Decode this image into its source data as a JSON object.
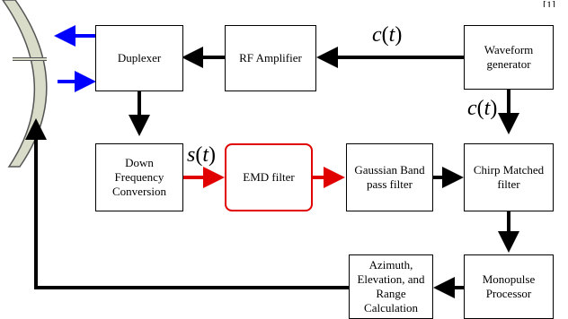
{
  "blocks": {
    "duplexer": "Duplexer",
    "rf_amplifier": "RF Amplifier",
    "waveform_generator": [
      "Waveform",
      "generator"
    ],
    "down_conversion": [
      "Down",
      "Frequency",
      "Conversion"
    ],
    "emd_filter": "EMD filter",
    "gaussian_filter": [
      "Gaussian Band",
      "pass filter"
    ],
    "chirp_filter": [
      "Chirp Matched",
      "filter"
    ],
    "monopulse": [
      "Monopulse",
      "Processor"
    ],
    "azimuth": [
      "Azimuth,",
      "Elevation, and",
      "Range",
      "Calculation"
    ]
  },
  "signals": {
    "c_top": {
      "var": "c",
      "arg": "t"
    },
    "c_right": {
      "var": "c",
      "arg": "t"
    },
    "s_signal": {
      "var": "s",
      "arg": "t"
    }
  },
  "top_fragment": "[1]",
  "colors": {
    "line": "#000000",
    "highlight": "#e00000",
    "antenna_tx": "#0000ff",
    "dish_fill": "#d8dcc8"
  }
}
